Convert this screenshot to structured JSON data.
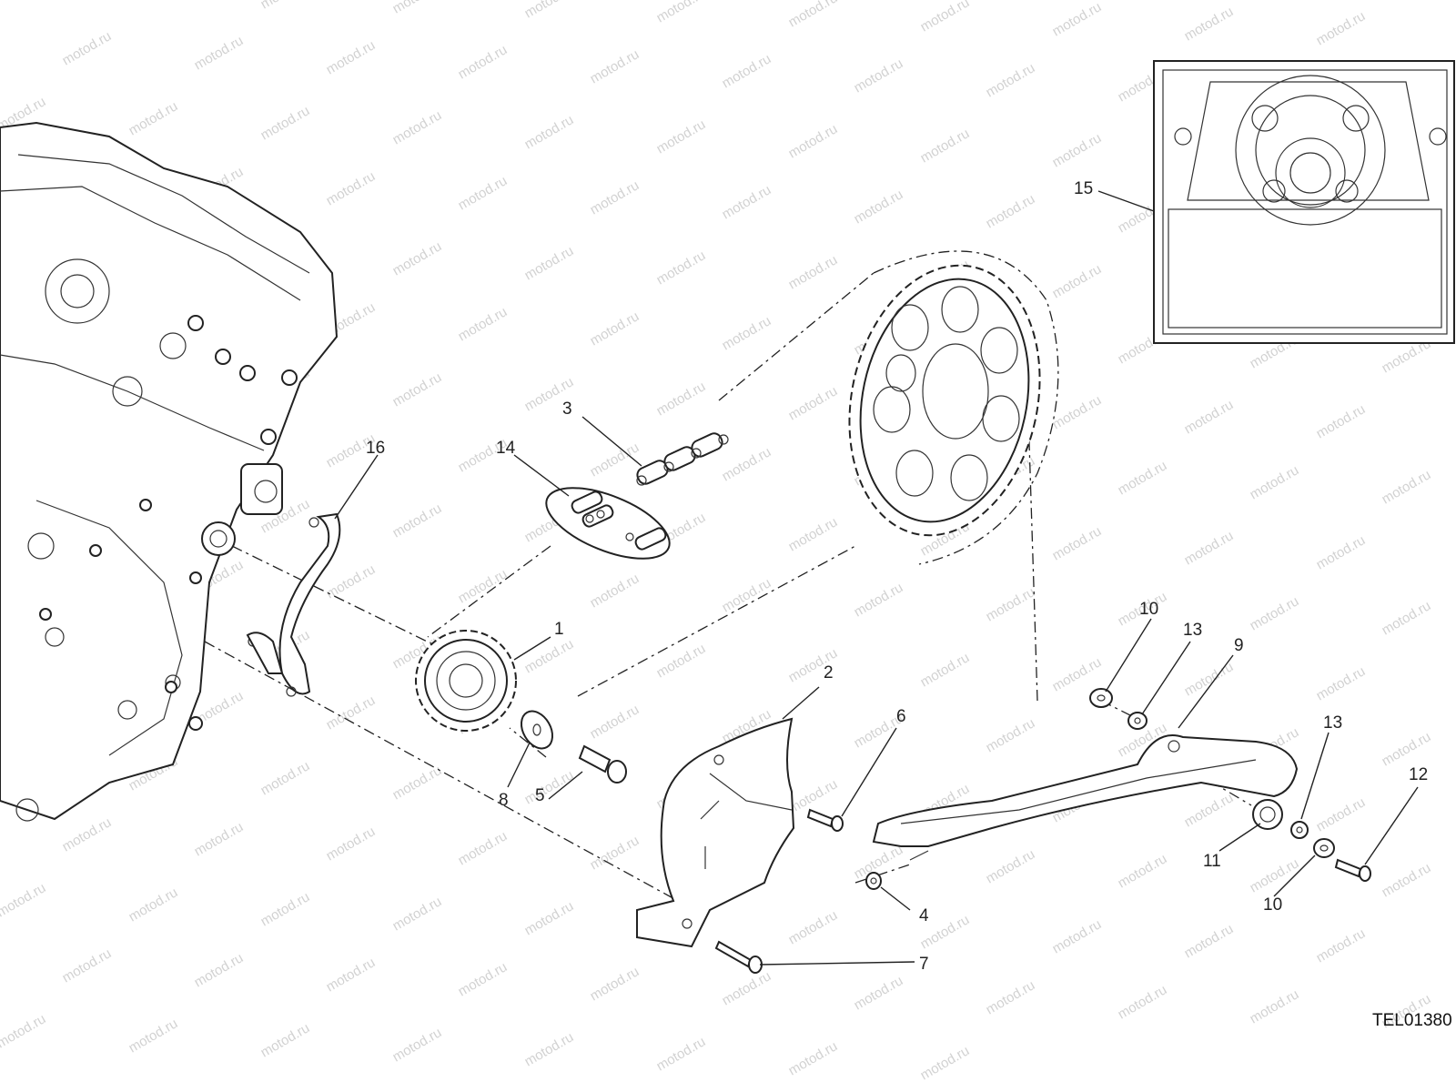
{
  "diagram": {
    "reference_code": "TEL01380",
    "watermark": "motod.ru",
    "callouts": [
      {
        "label": "1"
      },
      {
        "label": "2"
      },
      {
        "label": "3"
      },
      {
        "label": "4"
      },
      {
        "label": "5"
      },
      {
        "label": "6"
      },
      {
        "label": "7"
      },
      {
        "label": "8"
      },
      {
        "label": "9"
      },
      {
        "label": "10"
      },
      {
        "label": "10"
      },
      {
        "label": "11"
      },
      {
        "label": "12"
      },
      {
        "label": "13"
      },
      {
        "label": "13"
      },
      {
        "label": "14"
      },
      {
        "label": "15"
      },
      {
        "label": "16"
      }
    ]
  }
}
